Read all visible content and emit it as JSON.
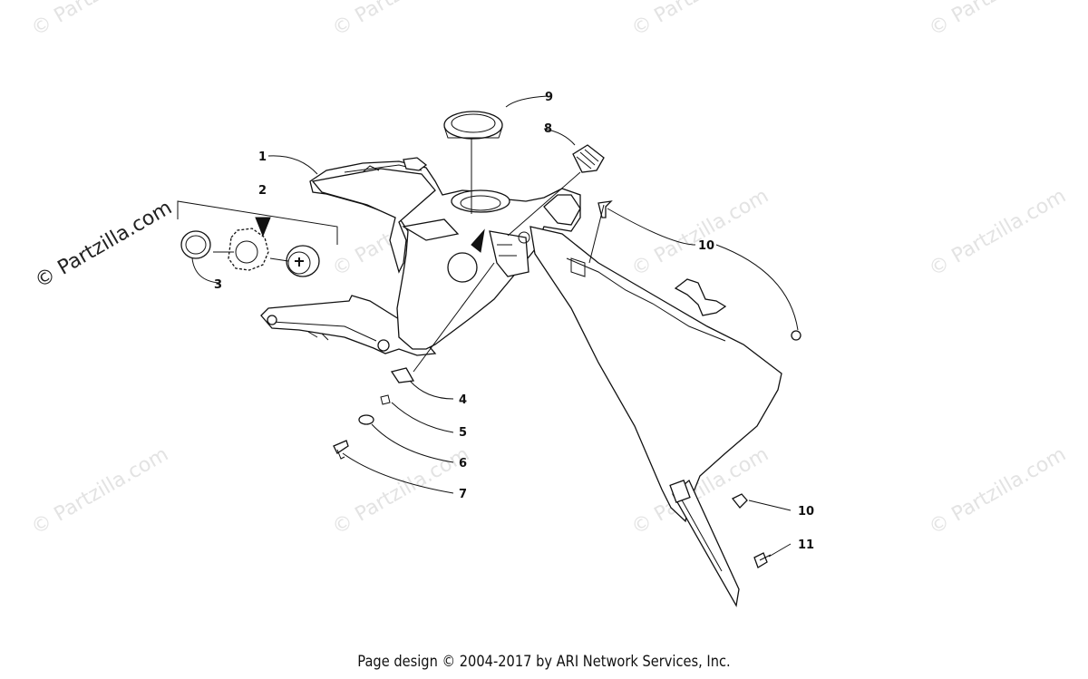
{
  "watermark": {
    "text": "© Partzilla.com",
    "featured_text": "© Partzilla.com"
  },
  "callouts": {
    "c1": "1",
    "c2": "2",
    "c3": "3",
    "c4": "4",
    "c5": "5",
    "c6": "6",
    "c7": "7",
    "c8": "8",
    "c9": "9",
    "c10a": "10",
    "c10b": "10",
    "c11": "11"
  },
  "footer": {
    "text": "Page design © 2004-2017 by ARI Network Services, Inc."
  }
}
